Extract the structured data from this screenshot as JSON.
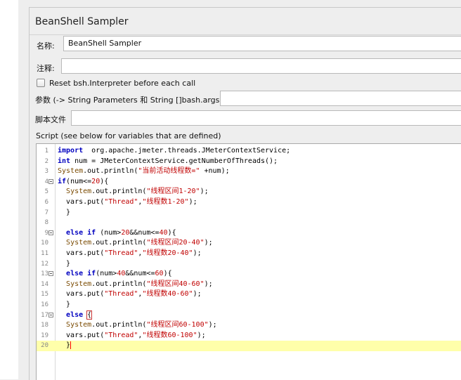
{
  "sampler": {
    "title": "BeanShell Sampler",
    "name_label": "名称:",
    "name_value": "BeanShell Sampler",
    "comment_label": "注释:",
    "comment_value": "",
    "reset_label": "Reset bsh.Interpreter before each call",
    "reset_checked": false,
    "params_label": "参数 (-> String Parameters 和 String []bash.args)",
    "params_value": "",
    "script_file_label": "脚本文件",
    "script_file_value": "",
    "script_label": "Script (see below for variables that are defined)"
  },
  "colors": {
    "keyword": "#0000c0",
    "string": "#c00000",
    "current_line": "#ffffaa",
    "panel_bg": "#eeeeee"
  },
  "editor": {
    "current_line": 20,
    "lines": [
      {
        "n": "1",
        "fold": false,
        "segs": [
          [
            "kw",
            "import"
          ],
          [
            "",
            "  org.apache.jmeter.threads.JMeterContextService;"
          ]
        ]
      },
      {
        "n": "2",
        "fold": false,
        "segs": [
          [
            "kw",
            "int"
          ],
          [
            "",
            " num = JMeterContextService.getNumberOfThreads();"
          ]
        ]
      },
      {
        "n": "3",
        "fold": false,
        "segs": [
          [
            "sys",
            "System"
          ],
          [
            "",
            ".out.println("
          ],
          [
            "str",
            "\"当前活动线程数=\""
          ],
          [
            "",
            " +num);"
          ]
        ]
      },
      {
        "n": "4",
        "fold": true,
        "segs": [
          [
            "kw",
            "if"
          ],
          [
            "",
            "(num<="
          ],
          [
            "num",
            "20"
          ],
          [
            "",
            "){"
          ]
        ]
      },
      {
        "n": "5",
        "fold": false,
        "segs": [
          [
            "",
            "  "
          ],
          [
            "sys",
            "System"
          ],
          [
            "",
            ".out.println("
          ],
          [
            "str",
            "\"线程区间1-20\""
          ],
          [
            "",
            ");"
          ]
        ]
      },
      {
        "n": "6",
        "fold": false,
        "segs": [
          [
            "",
            "  vars.put("
          ],
          [
            "str",
            "\"Thread\""
          ],
          [
            "",
            ","
          ],
          [
            "str",
            "\"线程数1-20\""
          ],
          [
            "",
            ");"
          ]
        ]
      },
      {
        "n": "7",
        "fold": false,
        "segs": [
          [
            "",
            "  }"
          ]
        ]
      },
      {
        "n": "8",
        "fold": false,
        "segs": [
          [
            "",
            ""
          ]
        ]
      },
      {
        "n": "9",
        "fold": true,
        "segs": [
          [
            "",
            "  "
          ],
          [
            "kw",
            "else if"
          ],
          [
            "",
            " (num>"
          ],
          [
            "num",
            "20"
          ],
          [
            "",
            "&&num<="
          ],
          [
            "num",
            "40"
          ],
          [
            "",
            "){"
          ]
        ]
      },
      {
        "n": "10",
        "fold": false,
        "segs": [
          [
            "",
            "  "
          ],
          [
            "sys",
            "System"
          ],
          [
            "",
            ".out.println("
          ],
          [
            "str",
            "\"线程区间20-40\""
          ],
          [
            "",
            ");"
          ]
        ]
      },
      {
        "n": "11",
        "fold": false,
        "segs": [
          [
            "",
            "  vars.put("
          ],
          [
            "str",
            "\"Thread\""
          ],
          [
            "",
            ","
          ],
          [
            "str",
            "\"线程数20-40\""
          ],
          [
            "",
            ");"
          ]
        ]
      },
      {
        "n": "12",
        "fold": false,
        "segs": [
          [
            "",
            "  }"
          ]
        ]
      },
      {
        "n": "13",
        "fold": true,
        "segs": [
          [
            "",
            "  "
          ],
          [
            "kw",
            "else if"
          ],
          [
            "",
            "(num>"
          ],
          [
            "num",
            "40"
          ],
          [
            "",
            "&&num<="
          ],
          [
            "num",
            "60"
          ],
          [
            "",
            "){"
          ]
        ]
      },
      {
        "n": "14",
        "fold": false,
        "segs": [
          [
            "",
            "  "
          ],
          [
            "sys",
            "System"
          ],
          [
            "",
            ".out.println("
          ],
          [
            "str",
            "\"线程区间40-60\""
          ],
          [
            "",
            ");"
          ]
        ]
      },
      {
        "n": "15",
        "fold": false,
        "segs": [
          [
            "",
            "  vars.put("
          ],
          [
            "str",
            "\"Thread\""
          ],
          [
            "",
            ","
          ],
          [
            "str",
            "\"线程数40-60\""
          ],
          [
            "",
            ");"
          ]
        ]
      },
      {
        "n": "16",
        "fold": false,
        "segs": [
          [
            "",
            "  }"
          ]
        ]
      },
      {
        "n": "17",
        "fold": true,
        "segs": [
          [
            "",
            "  "
          ],
          [
            "kw",
            "else"
          ],
          [
            "",
            " "
          ],
          [
            "brace",
            "{"
          ]
        ]
      },
      {
        "n": "18",
        "fold": false,
        "segs": [
          [
            "",
            "  "
          ],
          [
            "sys",
            "System"
          ],
          [
            "",
            ".out.println("
          ],
          [
            "str",
            "\"线程区间60-100\""
          ],
          [
            "",
            ");"
          ]
        ]
      },
      {
        "n": "19",
        "fold": false,
        "segs": [
          [
            "",
            "  vars.put("
          ],
          [
            "str",
            "\"Thread\""
          ],
          [
            "",
            ","
          ],
          [
            "str",
            "\"线程数60-100\""
          ],
          [
            "",
            ");"
          ]
        ]
      },
      {
        "n": "20",
        "fold": false,
        "segs": [
          [
            "",
            "  }"
          ],
          [
            "caret",
            ""
          ]
        ]
      }
    ]
  }
}
